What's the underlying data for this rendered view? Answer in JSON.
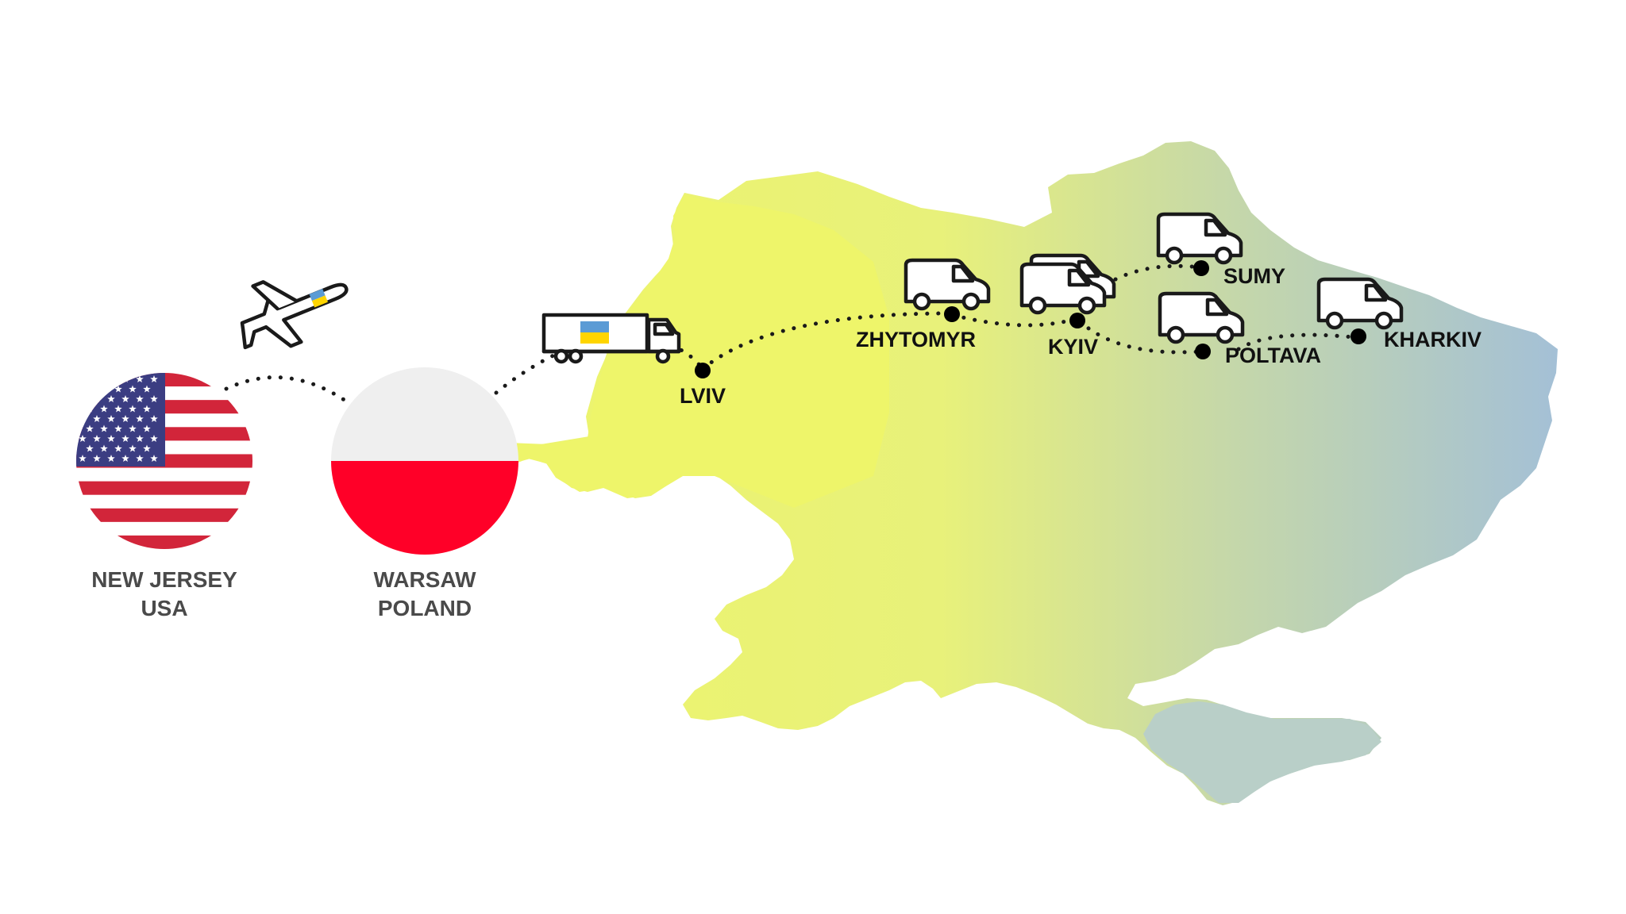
{
  "colors": {
    "map_gradient_start": "#eef56a",
    "map_gradient_mid": "#e4ee86",
    "map_gradient_end": "#a4c0d6",
    "route": "#1a1a1a",
    "usa_red": "#d2253a",
    "usa_blue": "#3b3d82",
    "poland_white": "#efefef",
    "poland_red": "#ff0028",
    "ukraine_blue": "#5b9bd5",
    "ukraine_yellow": "#ffd500"
  },
  "origins": [
    {
      "id": "usa",
      "line1": "NEW JERSEY",
      "line2": "USA",
      "flag": "usa-flag"
    },
    {
      "id": "poland",
      "line1": "WARSAW",
      "line2": "POLAND",
      "flag": "poland-flag"
    }
  ],
  "cities": {
    "lviv": "LVIV",
    "zhytomyr": "ZHYTOMYR",
    "kyiv": "KYIV",
    "sumy": "SUMY",
    "poltava": "POLTAVA",
    "kharkiv": "KHARKIV"
  },
  "icons": [
    "airplane-icon",
    "truck-icon",
    "van-icon"
  ]
}
